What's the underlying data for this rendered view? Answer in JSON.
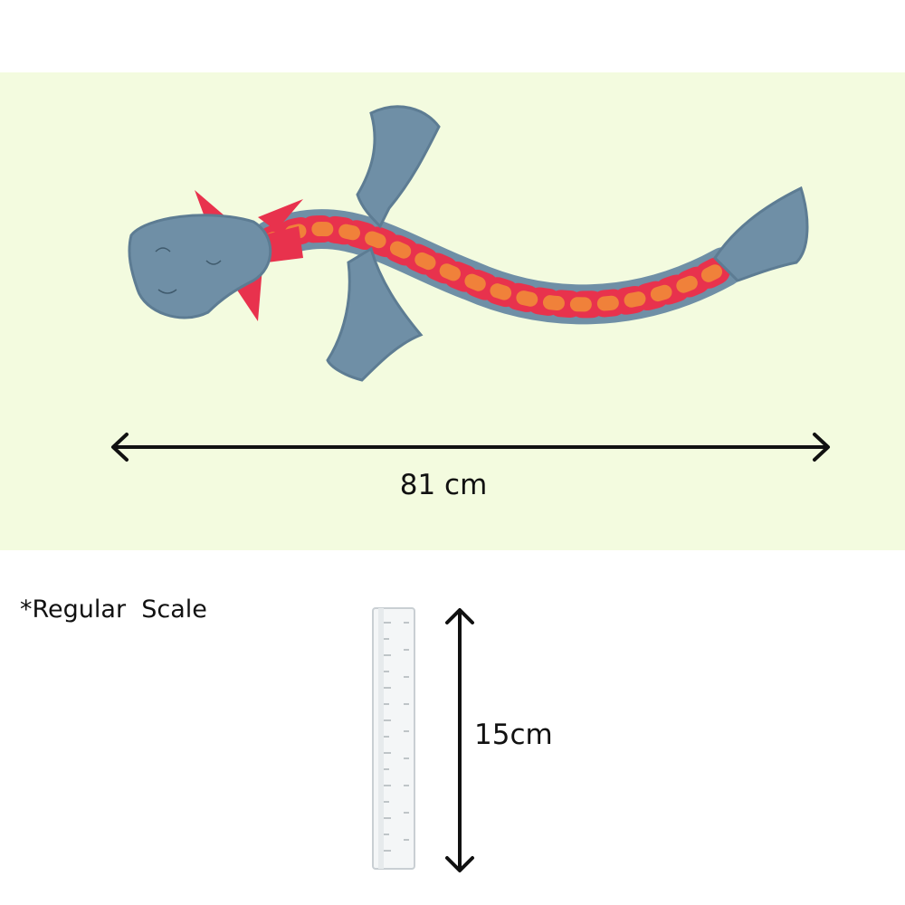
{
  "product": {
    "name_icon": "dragon-rope-toy",
    "colors": {
      "background_panel": "#f3fbdf",
      "body": "#6f8fa6",
      "body_dark": "#5d7c93",
      "accent_red": "#e8324d",
      "accent_orange": "#f0813a"
    }
  },
  "dimensions": {
    "width_label": "81 cm",
    "height_label": "15cm"
  },
  "scale_note": "*Regular  Scale",
  "ruler_icon": "ruler-icon"
}
